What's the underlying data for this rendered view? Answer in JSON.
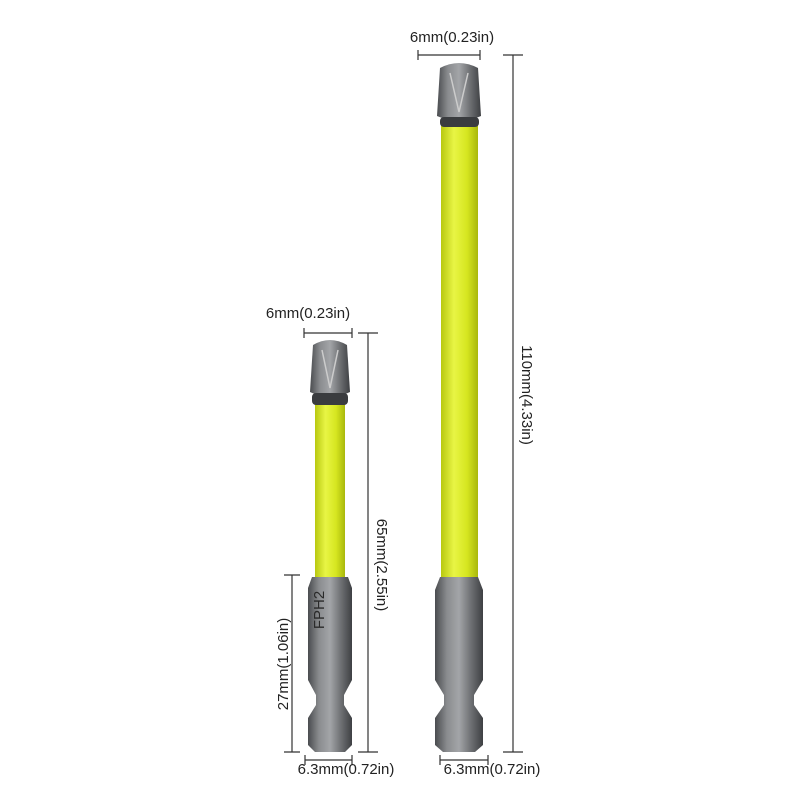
{
  "colors": {
    "shaft": "#d9e81e",
    "metal": "#7d7f82",
    "metal_dark": "#4a4c4f",
    "background": "#ffffff"
  },
  "short_bit": {
    "marking": "FPH2",
    "tip_width": "6mm(0.23in)",
    "total_length": "65mm(2.55in)",
    "hex_length": "27mm(1.06in)",
    "hex_width": "6.3mm(0.72in)"
  },
  "long_bit": {
    "tip_width": "6mm(0.23in)",
    "total_length": "110mm(4.33in)",
    "hex_width": "6.3mm(0.72in)"
  }
}
